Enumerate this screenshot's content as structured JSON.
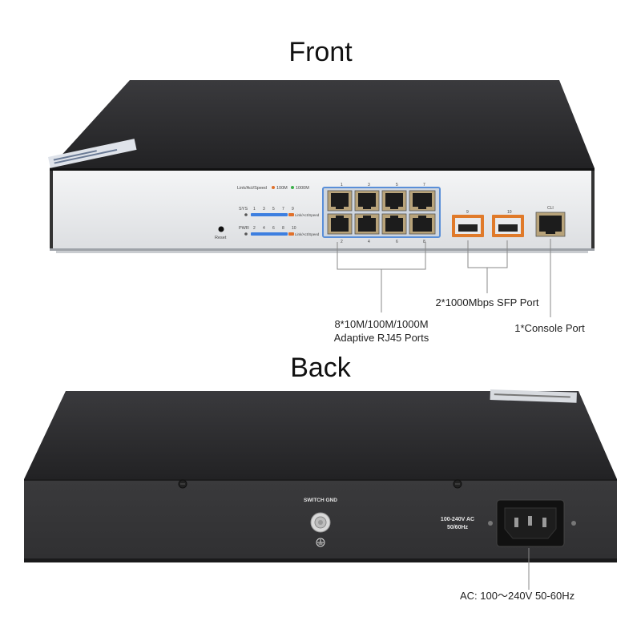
{
  "headings": {
    "front": "Front",
    "back": "Back"
  },
  "front_panel": {
    "led_legend": {
      "title": "Link/Act/Speed",
      "speed_a": "100M",
      "speed_b": "1000M"
    },
    "sys_label": "SYS",
    "pwr_label": "PWR",
    "led_numbers_top": [
      "1",
      "3",
      "5",
      "7",
      "9"
    ],
    "led_numbers_bottom": [
      "2",
      "4",
      "6",
      "8",
      "10"
    ],
    "led_row_label": "Link/Act/Speed",
    "reset_label": "Reset",
    "rj45_top_numbers": [
      "1",
      "3",
      "5",
      "7"
    ],
    "rj45_bottom_numbers": [
      "2",
      "4",
      "6",
      "8"
    ],
    "sfp_numbers": [
      "9",
      "10"
    ],
    "console_label": "CLI"
  },
  "callouts": {
    "rj45_line1": "8*10M/100M/1000M",
    "rj45_line2": "Adaptive RJ45 Ports",
    "sfp": "2*1000Mbps SFP Port",
    "console": "1*Console Port",
    "ac": "AC:  100～240V 50-60Hz"
  },
  "back_panel": {
    "gnd_label": "SWITCH GND",
    "power_line1": "100-240V AC",
    "power_line2": "50/60Hz"
  },
  "colors": {
    "chassis_dark": "#2f2f31",
    "front_face": "#e9eaec",
    "port_frame": "#5a8fd8",
    "sfp_frame": "#e07a2a",
    "led_blue": "#3d7fe0",
    "led_orange": "#e0702a",
    "led_green": "#3cb04a"
  }
}
